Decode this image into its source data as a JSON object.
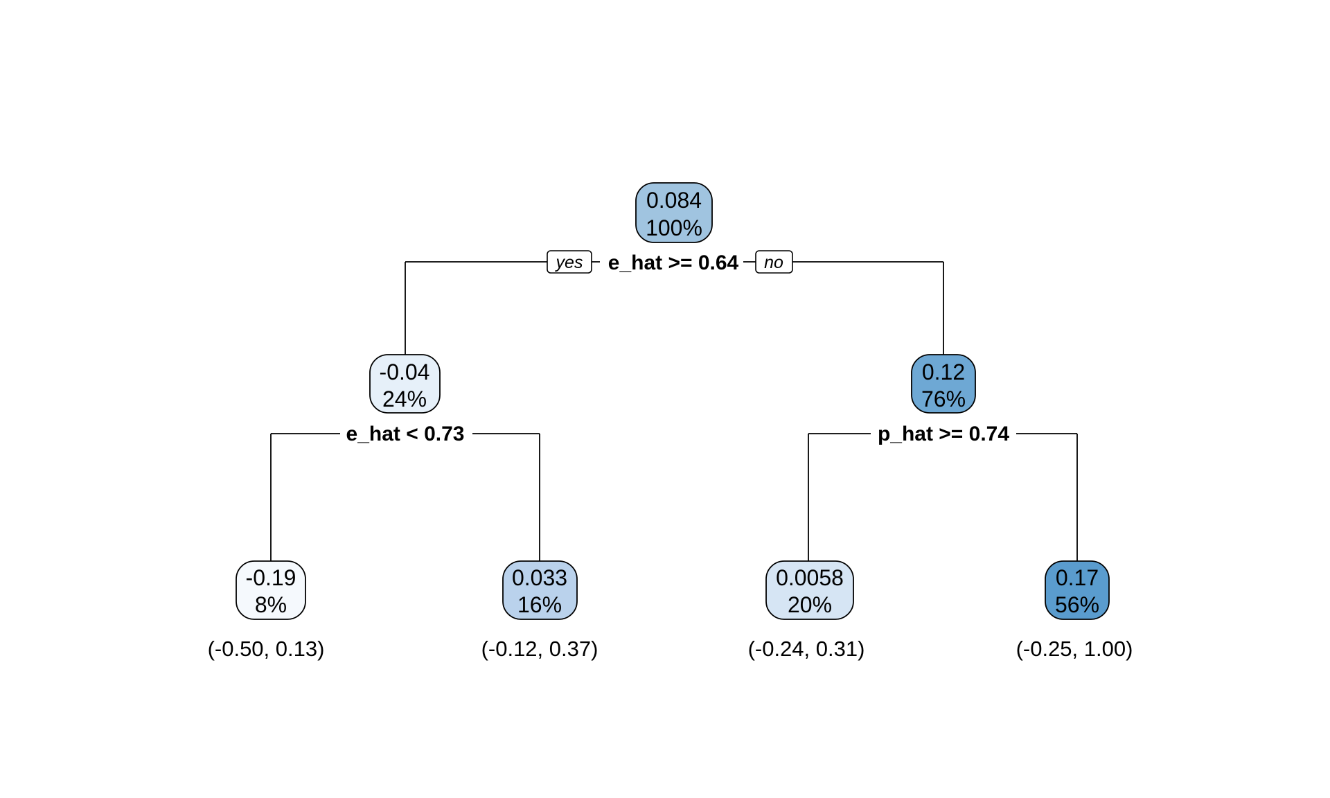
{
  "tree": {
    "branch_labels": {
      "yes": "yes",
      "no": "no"
    },
    "root": {
      "value": "0.084",
      "percent": "100%",
      "split": "e_hat >= 0.64",
      "fill": "#a0c4e0"
    },
    "left": {
      "value": "-0.04",
      "percent": "24%",
      "split": "e_hat < 0.73",
      "fill": "#e6f0f9"
    },
    "right": {
      "value": "0.12",
      "percent": "76%",
      "split": "p_hat >= 0.74",
      "fill": "#6ea8d4"
    },
    "leaves": [
      {
        "value": "-0.19",
        "percent": "8%",
        "interval": "(-0.50, 0.13)",
        "fill": "#f5f9fd"
      },
      {
        "value": "0.033",
        "percent": "16%",
        "interval": "(-0.12, 0.37)",
        "fill": "#bad2ec"
      },
      {
        "value": "0.0058",
        "percent": "20%",
        "interval": "(-0.24, 0.31)",
        "fill": "#d6e5f4"
      },
      {
        "value": "0.17",
        "percent": "56%",
        "interval": "(-0.25, 1.00)",
        "fill": "#5a9cce"
      }
    ]
  }
}
